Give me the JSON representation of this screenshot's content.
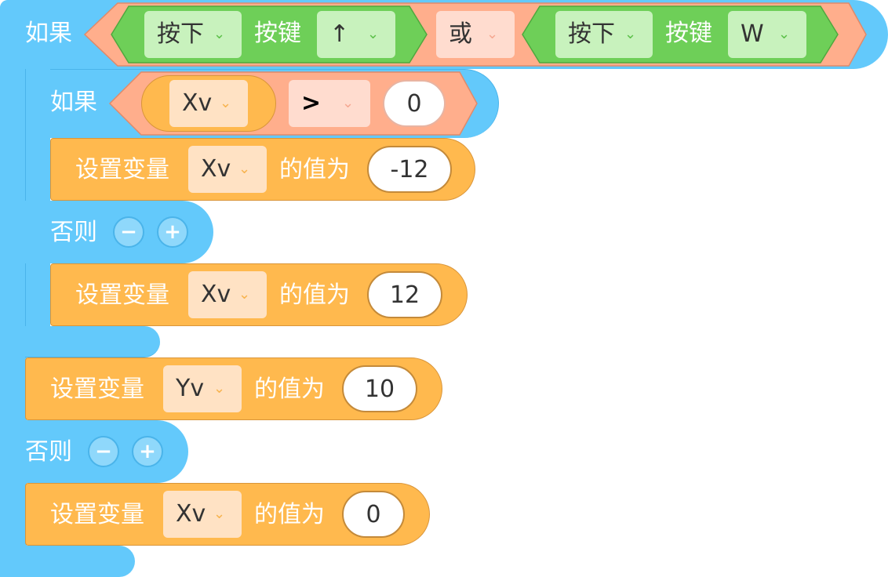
{
  "outer_if": {
    "if_label": "如果",
    "left_cond": {
      "pressed_label": "按下",
      "pressed_value": "按下",
      "key_label": "按键",
      "key_value": "↑"
    },
    "op_value": "或",
    "right_cond": {
      "pressed_label": "按下",
      "pressed_value": "按下",
      "key_label": "按键",
      "key_value": "W"
    },
    "else_label": "否则"
  },
  "inner_if": {
    "if_label": "如果",
    "var_value": "Xv",
    "cmp_value": ">",
    "cmp_number": "0",
    "else_label": "否则"
  },
  "set_blocks": [
    {
      "prefix": "设置变量",
      "var": "Xv",
      "mid": "的值为",
      "value": "-12"
    },
    {
      "prefix": "设置变量",
      "var": "Xv",
      "mid": "的值为",
      "value": "12"
    },
    {
      "prefix": "设置变量",
      "var": "Yv",
      "mid": "的值为",
      "value": "10"
    },
    {
      "prefix": "设置变量",
      "var": "Xv",
      "mid": "的值为",
      "value": "0"
    }
  ],
  "icons": {
    "minus": "−",
    "plus": "+",
    "chevron": "⌄"
  },
  "colors": {
    "control": "#63c9fb",
    "logic": "#ffae8c",
    "sensing": "#6ecf58",
    "variables": "#ffb94e"
  }
}
